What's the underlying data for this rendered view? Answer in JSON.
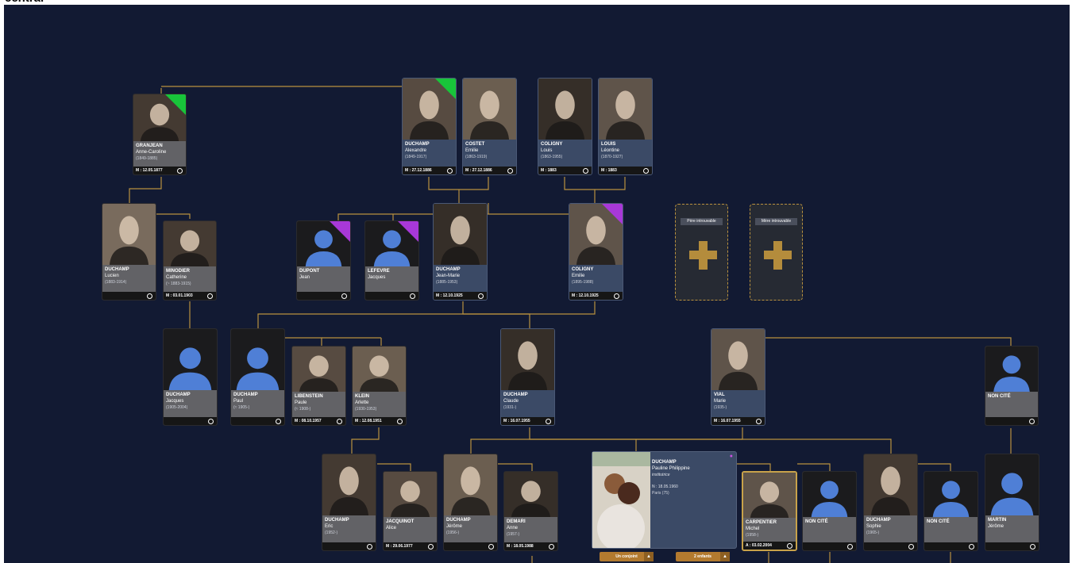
{
  "header": {
    "text": "central"
  },
  "tree": {
    "cards": [
      {
        "id": "granjean",
        "surname": "GRANJEAN",
        "given": "Anne-Caroline",
        "dates": "(1849-1885)",
        "marriage": "M : 12.05.1877",
        "photo": "photo",
        "corner": "green",
        "theme": "grey"
      },
      {
        "id": "duchamp-alexandre",
        "surname": "DUCHAMP",
        "given": "Alexandre",
        "dates": "(1849-1917)",
        "marriage": "M : 27.12.1886",
        "photo": "photo",
        "corner": "green",
        "theme": "blue"
      },
      {
        "id": "costet",
        "surname": "COSTET",
        "given": "Emilie",
        "dates": "(1863-1919)",
        "marriage": "M : 27.12.1886",
        "photo": "photo",
        "corner": "",
        "theme": "blue"
      },
      {
        "id": "coligny-louis",
        "surname": "COLIGNY",
        "given": "Louis",
        "dates": "(1863-1955)",
        "marriage": "M : 1883",
        "photo": "photo",
        "corner": "",
        "theme": "blue"
      },
      {
        "id": "louis-leontine",
        "surname": "LOUIS",
        "given": "Léontine",
        "dates": "(1870-1927)",
        "marriage": "M : 1883",
        "photo": "photo",
        "corner": "",
        "theme": "blue"
      },
      {
        "id": "duchamp-lucien",
        "surname": "DUCHAMP",
        "given": "Lucien",
        "dates": "(1883-1914)",
        "marriage": "",
        "photo": "photo",
        "corner": "",
        "theme": "grey"
      },
      {
        "id": "minodier",
        "surname": "MINODIER",
        "given": "Catherine",
        "dates": "(~ 1883-1915)",
        "marriage": "M : 03.01.1903",
        "photo": "photo",
        "corner": "",
        "theme": "grey"
      },
      {
        "id": "dupont",
        "surname": "DUPONT",
        "given": "Jean",
        "dates": "",
        "marriage": "",
        "photo": "silhouette",
        "corner": "purple",
        "theme": "grey"
      },
      {
        "id": "lefevre",
        "surname": "LEFEVRE",
        "given": "Jacques",
        "dates": "",
        "marriage": "",
        "photo": "silhouette",
        "corner": "purple",
        "theme": "grey"
      },
      {
        "id": "duchamp-jeanmarie",
        "surname": "DUCHAMP",
        "given": "Jean-Marie",
        "dates": "(1885-1953)",
        "marriage": "M : 12.10.1925",
        "photo": "photo",
        "corner": "",
        "theme": "blue"
      },
      {
        "id": "coligny-emilie",
        "surname": "COLIGNY",
        "given": "Emilie",
        "dates": "(1895-1988)",
        "marriage": "M : 12.10.1925",
        "photo": "photo",
        "corner": "purple",
        "theme": "blue"
      },
      {
        "id": "duchamp-jacques",
        "surname": "DUCHAMP",
        "given": "Jacques",
        "dates": "(1905-2004)",
        "marriage": "",
        "photo": "silhouette",
        "corner": "",
        "theme": "grey"
      },
      {
        "id": "duchamp-paul",
        "surname": "DUCHAMP",
        "given": "Paul",
        "dates": "(≈ 1905-)",
        "marriage": "",
        "photo": "silhouette",
        "corner": "",
        "theme": "grey"
      },
      {
        "id": "libenstein",
        "surname": "LIBENSTEIN",
        "given": "Paule",
        "dates": "(≈ 1908-)",
        "marriage": "M : 08.10.1957",
        "photo": "photo",
        "corner": "",
        "theme": "grey"
      },
      {
        "id": "klein",
        "surname": "KLEIN",
        "given": "Arlette",
        "dates": "(1930-1953)",
        "marriage": "M : 12.08.1951",
        "photo": "photo",
        "corner": "",
        "theme": "grey"
      },
      {
        "id": "duchamp-claude",
        "surname": "DUCHAMP",
        "given": "Claude",
        "dates": "(1931-)",
        "marriage": "M : 16.07.1955",
        "photo": "photo",
        "corner": "",
        "theme": "blue"
      },
      {
        "id": "vial",
        "surname": "VIAL",
        "given": "Marie",
        "dates": "(1935-)",
        "marriage": "M : 16.07.1955",
        "photo": "photo",
        "corner": "",
        "theme": "blue"
      },
      {
        "id": "noncite-top",
        "surname": "Non cité",
        "given": "",
        "dates": "",
        "marriage": "",
        "photo": "silhouette",
        "corner": "",
        "theme": "grey"
      },
      {
        "id": "duchamp-eric",
        "surname": "DUCHAMP",
        "given": "Eric",
        "dates": "(1952-)",
        "marriage": "",
        "photo": "photo",
        "corner": "",
        "theme": "grey"
      },
      {
        "id": "jacquinot",
        "surname": "JACQUINOT",
        "given": "Alice",
        "dates": "",
        "marriage": "M : 29.06.1977",
        "photo": "photo",
        "corner": "",
        "theme": "grey"
      },
      {
        "id": "duchamp-jerome",
        "surname": "DUCHAMP",
        "given": "Jérôme",
        "dates": "(1956-)",
        "marriage": "",
        "photo": "photo",
        "corner": "",
        "theme": "grey"
      },
      {
        "id": "demari",
        "surname": "DEMARI",
        "given": "Anne",
        "dates": "(1957-)",
        "marriage": "M : 18.05.1988",
        "photo": "photo",
        "corner": "",
        "theme": "grey"
      },
      {
        "id": "carpentier",
        "surname": "CARPENTIER",
        "given": "Michel",
        "dates": "(1958-)",
        "marriage": "A : 03.02.2004",
        "photo": "photo",
        "corner": "",
        "theme": "grey"
      },
      {
        "id": "noncite-2",
        "surname": "Non cité",
        "given": "",
        "dates": "",
        "marriage": "",
        "photo": "silhouette",
        "corner": "",
        "theme": "grey"
      },
      {
        "id": "duchamp-sophie",
        "surname": "DUCHAMP",
        "given": "Sophie",
        "dates": "(1965-)",
        "marriage": "",
        "photo": "photo",
        "corner": "",
        "theme": "grey"
      },
      {
        "id": "noncite-3",
        "surname": "Non cité",
        "given": "",
        "dates": "",
        "marriage": "",
        "photo": "silhouette",
        "corner": "",
        "theme": "grey"
      },
      {
        "id": "martin",
        "surname": "MARTIN",
        "given": "Jérôme",
        "dates": "",
        "marriage": "",
        "photo": "silhouette",
        "corner": "",
        "theme": "grey"
      }
    ],
    "ghosts": [
      {
        "label": "Père introuvable"
      },
      {
        "label": "Mère introuvable"
      }
    ],
    "selected": {
      "surname": "DUCHAMP",
      "given": "Pauline Philippine",
      "role": "institutrice",
      "birth": "N : 18.05.1960",
      "place": "Paris (75)"
    },
    "buttons": {
      "spouse": "Un conjoint",
      "children": "2 enfants"
    }
  },
  "colors": {
    "background": "#121a33",
    "connector": "#b8913f",
    "accent": "#c8a24a"
  }
}
